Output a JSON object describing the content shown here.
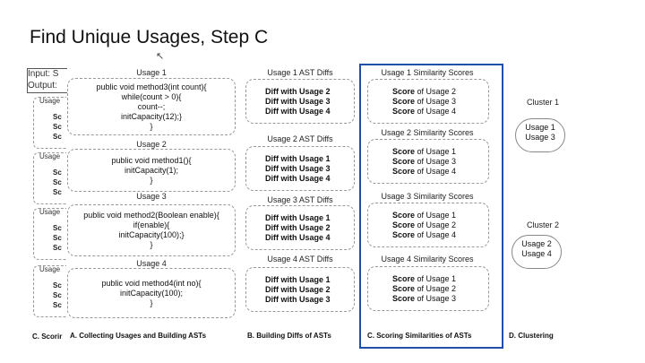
{
  "title": "Find Unique Usages, Step C",
  "io": {
    "input": "Input: S",
    "output": "Output:"
  },
  "background_cards": [
    {
      "head": "Usage",
      "lines": [
        "Sc",
        "Sc",
        "Sc"
      ]
    },
    {
      "head": "Usage",
      "lines": [
        "Sc",
        "Sc",
        "Sc"
      ]
    },
    {
      "head": "Usage",
      "lines": [
        "Sc",
        "Sc",
        "Sc"
      ]
    },
    {
      "head": "Usage",
      "lines": [
        "Sc",
        "Sc",
        "Sc"
      ]
    }
  ],
  "usages": [
    {
      "title": "Usage 1",
      "code": [
        "public void method3(int count){",
        "while(count > 0){",
        "count--;",
        "initCapacity(12);}",
        "}"
      ]
    },
    {
      "title": "Usage 2",
      "code": [
        "public void method1(){",
        "initCapacity(1);",
        "}"
      ]
    },
    {
      "title": "Usage 3",
      "code": [
        "public void method2(Boolean enable){",
        "if(enable){",
        "initCapacity(100);}",
        "}"
      ]
    },
    {
      "title": "Usage 4",
      "code": [
        "public void method4(int no){",
        "initCapacity(100);",
        "}"
      ]
    }
  ],
  "diffs": [
    {
      "title": "Usage 1 AST Diffs",
      "lines": [
        "Diff with Usage 2",
        "Diff with Usage 3",
        "Diff with Usage 4"
      ]
    },
    {
      "title": "Usage 2 AST Diffs",
      "lines": [
        "Diff with Usage 1",
        "Diff with Usage 3",
        "Diff with Usage 4"
      ]
    },
    {
      "title": "Usage 3 AST Diffs",
      "lines": [
        "Diff with Usage 1",
        "Diff with Usage 2",
        "Diff with Usage 4"
      ]
    },
    {
      "title": "Usage 4 AST Diffs",
      "lines": [
        "Diff with Usage 1",
        "Diff with Usage 2",
        "Diff with Usage 3"
      ]
    }
  ],
  "scores": [
    {
      "title": "Usage 1 Similarity Scores",
      "lines": [
        [
          "Score",
          "of Usage 2"
        ],
        [
          "Score",
          "of Usage 3"
        ],
        [
          "Score",
          "of Usage 4"
        ]
      ]
    },
    {
      "title": "Usage 2 Similarity Scores",
      "lines": [
        [
          "Score",
          "of Usage 1"
        ],
        [
          "Score",
          "of Usage 3"
        ],
        [
          "Score",
          "of Usage 4"
        ]
      ]
    },
    {
      "title": "Usage 3 Similarity Scores",
      "lines": [
        [
          "Score",
          "of Usage 1"
        ],
        [
          "Score",
          "of Usage 2"
        ],
        [
          "Score",
          "of Usage 4"
        ]
      ]
    },
    {
      "title": "Usage 4 Similarity Scores",
      "lines": [
        [
          "Score",
          "of Usage 1"
        ],
        [
          "Score",
          "of Usage 2"
        ],
        [
          "Score",
          "of Usage 3"
        ]
      ]
    }
  ],
  "clusters": [
    {
      "title": "Cluster 1",
      "members": [
        "Usage 1",
        "Usage 3"
      ]
    },
    {
      "title": "Cluster 2",
      "members": [
        "Usage 2",
        "Usage 4"
      ]
    }
  ],
  "footers": {
    "c_partial": "C. Scorir",
    "a": "A. Collecting Usages and Building ASTs",
    "b": "B. Building Diffs of ASTs",
    "c": "C. Scoring Similarities of ASTs",
    "d": "D. Clustering"
  },
  "colors": {
    "highlight": "#1f4fa8"
  }
}
